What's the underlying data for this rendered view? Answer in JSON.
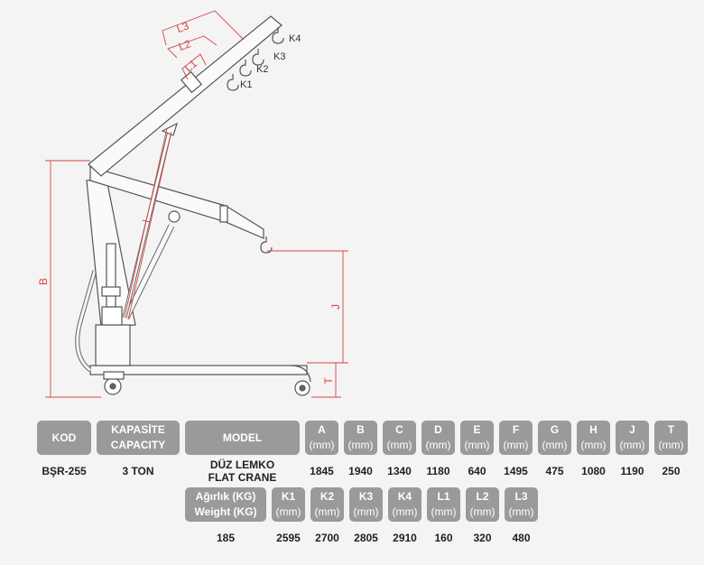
{
  "drawing": {
    "dimension_labels": {
      "L1": "L1",
      "L2": "L2",
      "L3": "L3",
      "I": "I",
      "B": "B",
      "J": "J",
      "T": "T"
    },
    "hook_labels": {
      "K1": "K1",
      "K2": "K2",
      "K3": "K3",
      "K4": "K4"
    }
  },
  "table1": {
    "kod_label": "KOD",
    "capacity_label_tr": "KAPASİTE",
    "capacity_label_en": "CAPACITY",
    "model_label": "MODEL",
    "unit": "(mm)",
    "columns": [
      "A",
      "B",
      "C",
      "D",
      "E",
      "F",
      "G",
      "H",
      "J",
      "T"
    ],
    "kod_value": "BŞR-255",
    "capacity_value": "3 TON",
    "model_value_line1": "DÜZ LEMKO",
    "model_value_line2": "FLAT CRANE",
    "values": [
      "1845",
      "1940",
      "1340",
      "1180",
      "640",
      "1495",
      "475",
      "1080",
      "1190",
      "250"
    ]
  },
  "table2": {
    "weight_label_tr": "Ağırlık (KG)",
    "weight_label_en": "Weight (KG)",
    "unit": "(mm)",
    "columns": [
      "K1",
      "K2",
      "K3",
      "K4",
      "L1",
      "L2",
      "L3"
    ],
    "weight_value": "185",
    "values": [
      "2595",
      "2700",
      "2805",
      "2910",
      "160",
      "320",
      "480"
    ]
  }
}
